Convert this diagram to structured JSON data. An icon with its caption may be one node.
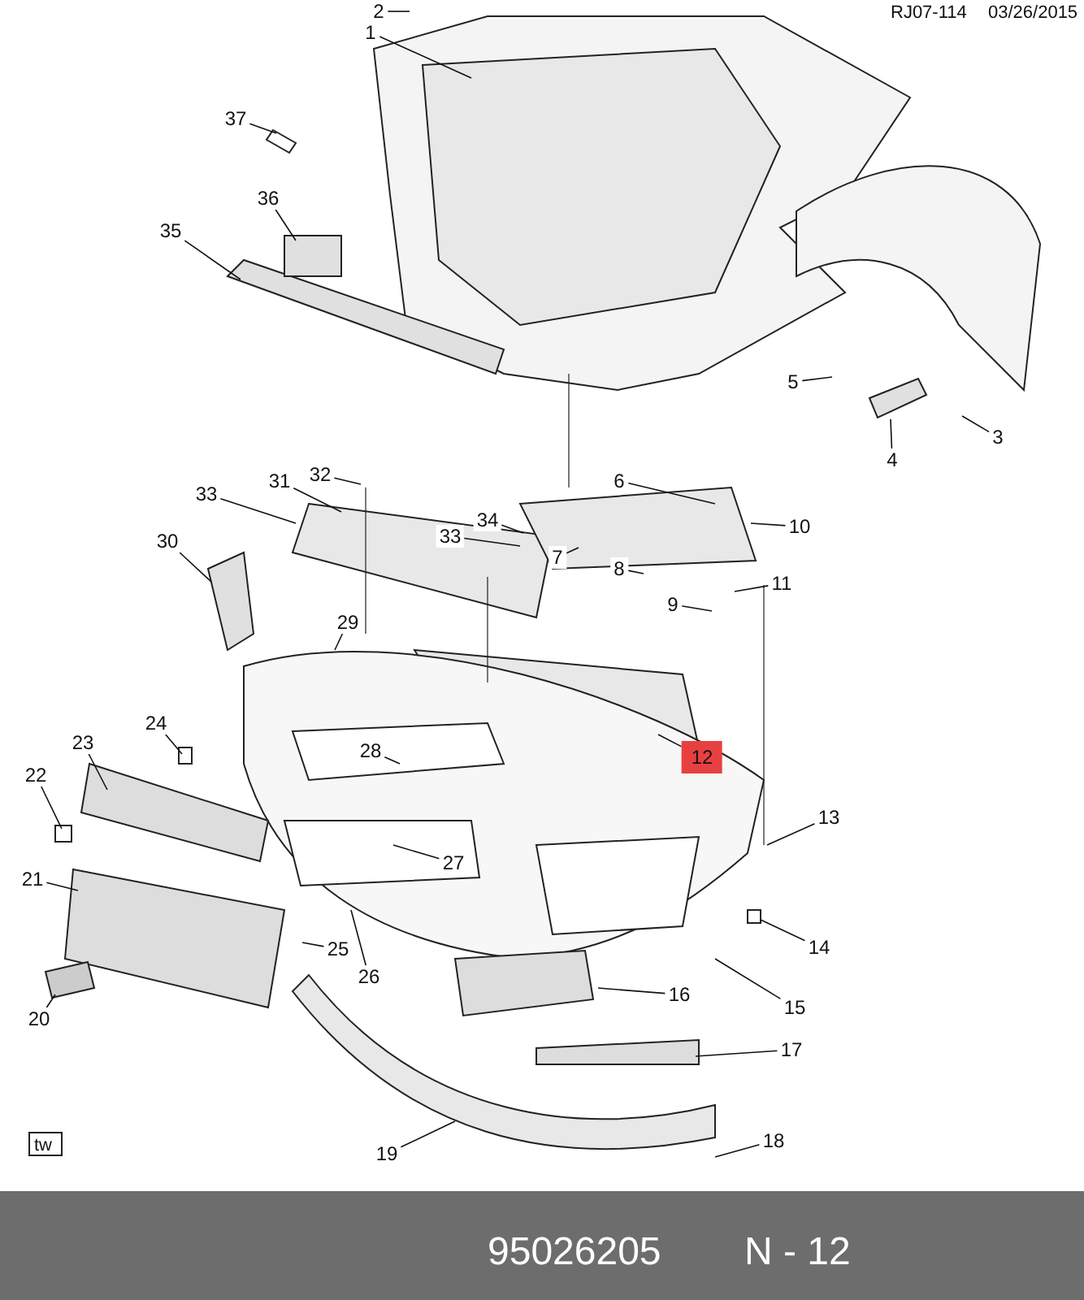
{
  "diagram": {
    "nodes": [
      {
        "text": [
          "1"
        ]
      },
      {
        "text": [
          "2"
        ]
      },
      {
        "text": [
          "3"
        ]
      },
      {
        "text": [
          "4"
        ]
      },
      {
        "text": [
          "5"
        ]
      },
      {
        "text": [
          "6"
        ]
      },
      {
        "text": [
          "7"
        ]
      },
      {
        "text": [
          "8"
        ]
      },
      {
        "text": [
          "9"
        ]
      },
      {
        "text": [
          "10"
        ]
      },
      {
        "text": [
          "11"
        ]
      },
      {
        "text": [
          "12"
        ]
      },
      {
        "text": [
          "13"
        ]
      },
      {
        "text": [
          "14"
        ]
      },
      {
        "text": [
          "15"
        ]
      },
      {
        "text": [
          "16"
        ]
      },
      {
        "text": [
          "17"
        ]
      },
      {
        "text": [
          "18"
        ]
      },
      {
        "text": [
          "19"
        ]
      },
      {
        "text": [
          "20"
        ]
      },
      {
        "text": [
          "21"
        ]
      },
      {
        "text": [
          "22"
        ]
      },
      {
        "text": [
          "23"
        ]
      },
      {
        "text": [
          "24"
        ]
      },
      {
        "text": [
          "25"
        ]
      },
      {
        "text": [
          "26"
        ]
      },
      {
        "text": [
          "27"
        ]
      },
      {
        "text": [
          "28"
        ]
      },
      {
        "text": [
          "29"
        ]
      },
      {
        "text": [
          "30"
        ]
      },
      {
        "text": [
          "31"
        ]
      },
      {
        "text": [
          "32"
        ]
      },
      {
        "text": [
          "33"
        ]
      },
      {
        "text": [
          "33"
        ]
      },
      {
        "text": [
          "34"
        ]
      },
      {
        "text": [
          "35"
        ]
      },
      {
        "text": [
          "36"
        ]
      },
      {
        "text": [
          "37"
        ]
      }
    ],
    "edges": [
      {
        "from": 0,
        "to": null,
        "arrow": "none"
      },
      {
        "from": 1,
        "to": null,
        "arrow": "none"
      },
      {
        "from": 2,
        "to": null,
        "arrow": "none"
      },
      {
        "from": 3,
        "to": null,
        "arrow": "none"
      },
      {
        "from": 4,
        "to": null,
        "arrow": "none"
      },
      {
        "from": 5,
        "to": null,
        "arrow": "none"
      },
      {
        "from": 6,
        "to": null,
        "arrow": "none"
      },
      {
        "from": 7,
        "to": null,
        "arrow": "none"
      },
      {
        "from": 8,
        "to": null,
        "arrow": "none"
      },
      {
        "from": 9,
        "to": null,
        "arrow": "none"
      },
      {
        "from": 10,
        "to": null,
        "arrow": "none"
      },
      {
        "from": 11,
        "to": null,
        "arrow": "none"
      },
      {
        "from": 12,
        "to": null,
        "arrow": "none"
      },
      {
        "from": 13,
        "to": null,
        "arrow": "none"
      },
      {
        "from": 14,
        "to": null,
        "arrow": "none"
      },
      {
        "from": 15,
        "to": null,
        "arrow": "none"
      },
      {
        "from": 16,
        "to": null,
        "arrow": "none"
      },
      {
        "from": 17,
        "to": null,
        "arrow": "none"
      },
      {
        "from": 18,
        "to": null,
        "arrow": "none"
      },
      {
        "from": 19,
        "to": null,
        "arrow": "none"
      },
      {
        "from": 20,
        "to": null,
        "arrow": "none"
      },
      {
        "from": 21,
        "to": null,
        "arrow": "none"
      },
      {
        "from": 22,
        "to": null,
        "arrow": "none"
      },
      {
        "from": 23,
        "to": null,
        "arrow": "none"
      },
      {
        "from": 24,
        "to": null,
        "arrow": "none"
      },
      {
        "from": 25,
        "to": null,
        "arrow": "none"
      },
      {
        "from": 26,
        "to": null,
        "arrow": "none"
      },
      {
        "from": 27,
        "to": null,
        "arrow": "none"
      },
      {
        "from": 28,
        "to": null,
        "arrow": "none"
      },
      {
        "from": 29,
        "to": null,
        "arrow": "none"
      },
      {
        "from": 30,
        "to": null,
        "arrow": "none"
      },
      {
        "from": 31,
        "to": null,
        "arrow": "none"
      },
      {
        "from": 32,
        "to": null,
        "arrow": "none"
      },
      {
        "from": 33,
        "to": null,
        "arrow": "none"
      },
      {
        "from": 34,
        "to": null,
        "arrow": "none"
      },
      {
        "from": 35,
        "to": null,
        "arrow": "none"
      },
      {
        "from": 36,
        "to": null,
        "arrow": "none"
      },
      {
        "from": 37,
        "to": null,
        "arrow": "none"
      }
    ],
    "labels": [
      "RJ07-114",
      "03/26/2015",
      "tw",
      "95026205",
      "N - 12"
    ]
  }
}
